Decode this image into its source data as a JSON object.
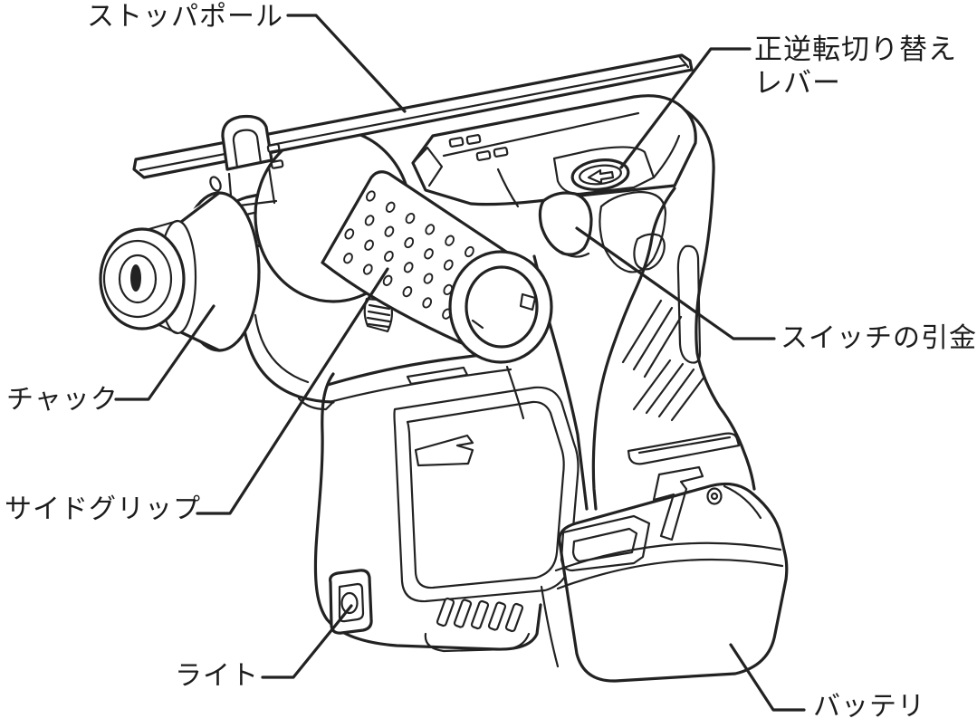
{
  "colors": {
    "background": "#ffffff",
    "ink": "#222222"
  },
  "labels": {
    "stopper_pole": "ストッパポール",
    "forward_reverse_lever_line1": "正逆転切り替え",
    "forward_reverse_lever_line2": "レバー",
    "switch_trigger": "スイッチの引金",
    "chuck": "チャック",
    "side_grip": "サイドグリップ",
    "light": "ライト",
    "battery": "バッテリ"
  }
}
